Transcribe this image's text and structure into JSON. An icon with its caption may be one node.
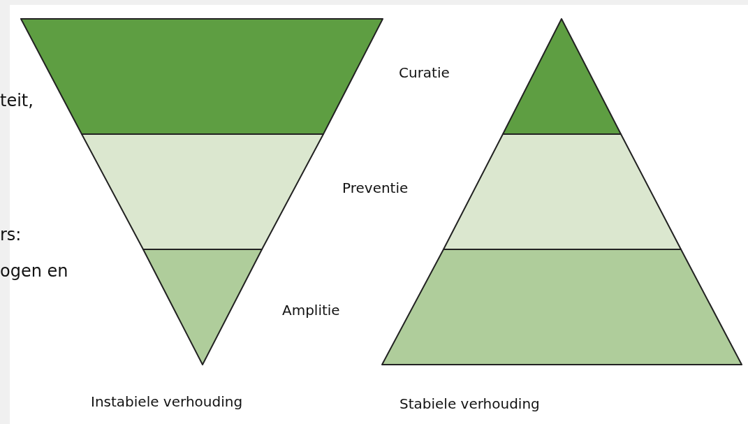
{
  "diagram": {
    "nodes": [
      {
        "text": [],
        "shape": "trapezoid"
      },
      {
        "text": [],
        "shape": "trapezoid"
      },
      {
        "text": [],
        "shape": "triangle"
      },
      {
        "text": [],
        "shape": "triangle"
      },
      {
        "text": [],
        "shape": "trapezoid"
      },
      {
        "text": [],
        "shape": "trapezoid"
      }
    ],
    "edges": [],
    "labels": [
      "teit,",
      "Curatie",
      "Preventie",
      "rs:",
      "ogen en",
      "Amplitie",
      "Instabiele verhouding",
      "Stabiele verhouding"
    ]
  }
}
